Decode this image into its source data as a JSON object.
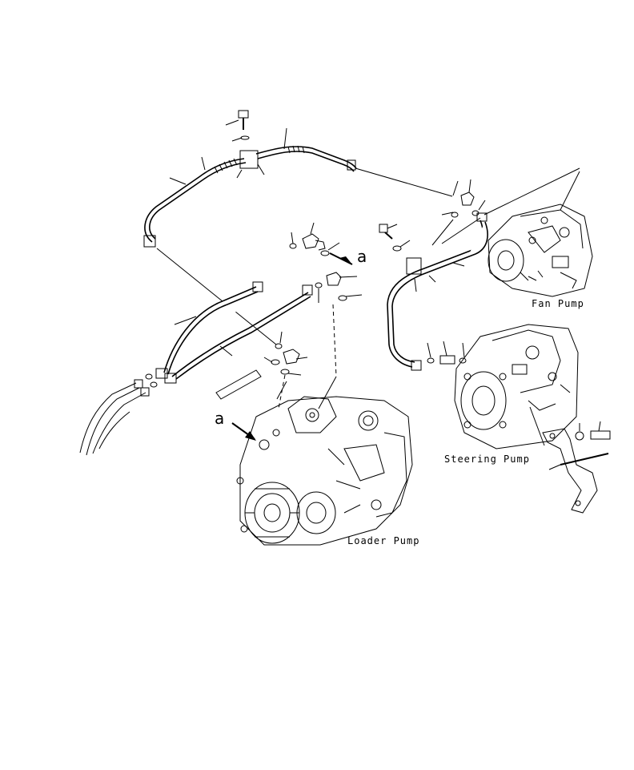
{
  "labels": {
    "fan_pump": "Fan Pump",
    "steering_pump": "Steering Pump",
    "loader_pump": "Loader Pump",
    "ref_a_top": "a",
    "ref_a_left": "a"
  }
}
